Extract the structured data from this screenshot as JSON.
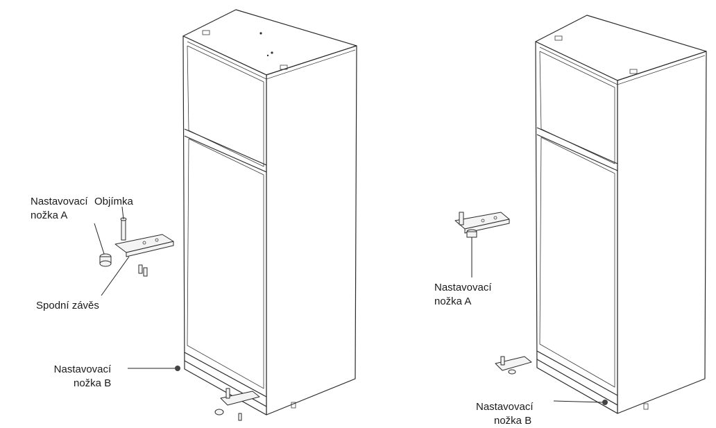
{
  "labels": {
    "left_foot_a_line1": "Nastavovací",
    "left_foot_a_line2": "nožka A",
    "left_sleeve": "Objímka",
    "left_bottom_hinge": "Spodní závěs",
    "left_foot_b_line1": "Nastavovací",
    "left_foot_b_line2": "nožka B",
    "right_foot_a_line1": "Nastavovací",
    "right_foot_a_line2": "nožka A",
    "right_foot_b_line1": "Nastavovací",
    "right_foot_b_line2": "nožka B"
  },
  "colors": {
    "line": "#2a2a2a",
    "text": "#1a1a1a",
    "background": "#ffffff"
  }
}
